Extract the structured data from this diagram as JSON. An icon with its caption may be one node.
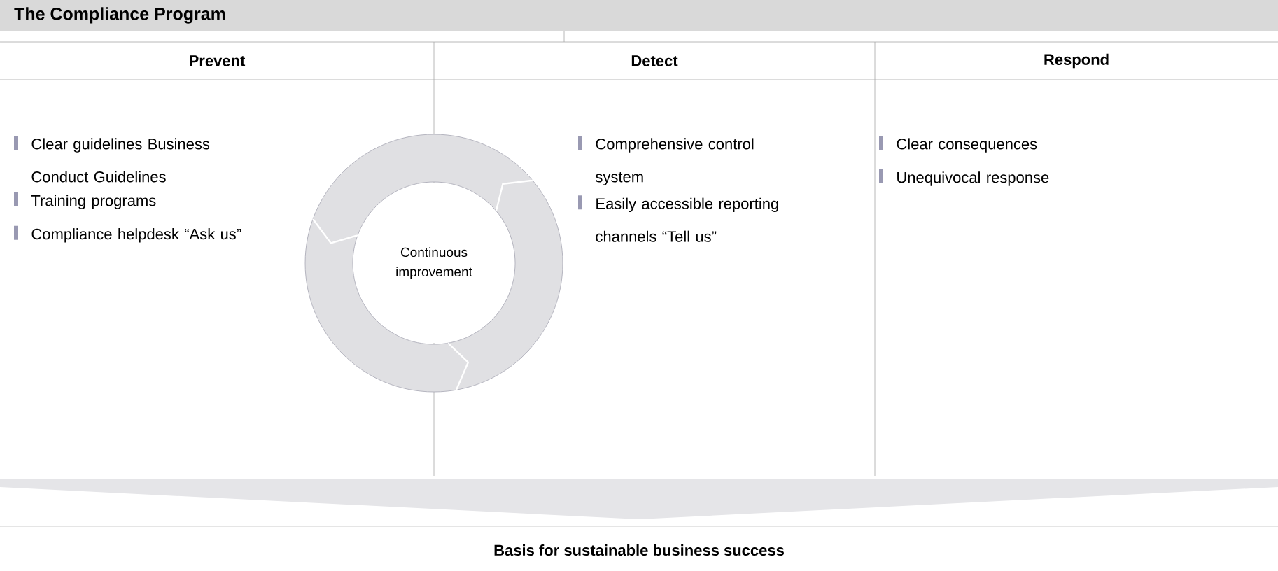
{
  "diagram": {
    "title": "The Compliance Program",
    "nodes": [
      {
        "text": [
          "Prevent",
          "Clear guidelines Business Conduct Guidelines",
          "Training programs",
          "Compliance helpdesk “Ask us”"
        ]
      },
      {
        "text": [
          "Detect",
          "Comprehensive control system",
          "Easily accessible reporting channels “Tell us”"
        ]
      },
      {
        "text": [
          "Respond",
          "Clear consequences",
          "Unequivocal response"
        ]
      },
      {
        "text": [
          "Continuous improvement"
        ]
      }
    ],
    "labels": [
      "Basis for sustainable business success"
    ]
  }
}
